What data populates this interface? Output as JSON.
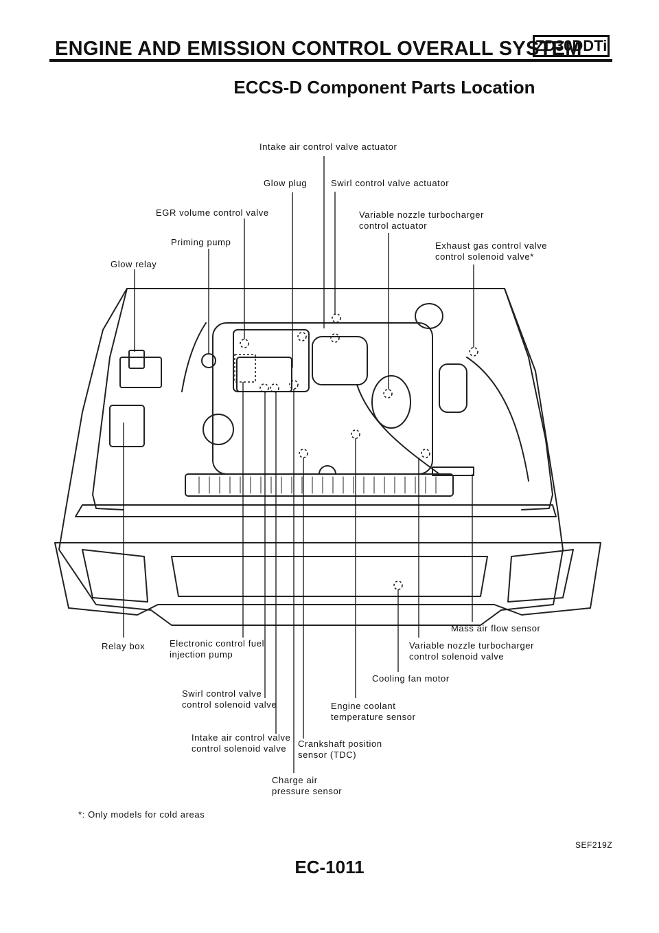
{
  "header": {
    "title": "ENGINE AND EMISSION CONTROL OVERALL SYSTEM",
    "model": "ZD30DDTi"
  },
  "section_title": "ECCS-D Component Parts Location",
  "labels": {
    "intake_air_control_valve_actuator": "Intake air control valve actuator",
    "glow_plug": "Glow plug",
    "swirl_control_valve_actuator": "Swirl control valve actuator",
    "egr_volume_control_valve": "EGR volume control valve",
    "variable_nozzle_turbocharger_control_actuator": [
      "Variable nozzle turbocharger",
      "control actuator"
    ],
    "priming_pump": "Priming pump",
    "exhaust_gas_control_valve_solenoid": [
      "Exhaust gas control valve",
      "control solenoid valve*"
    ],
    "glow_relay": "Glow relay",
    "mass_air_flow_sensor": "Mass air flow sensor",
    "relay_box": "Relay box",
    "electronic_control_fuel_injection_pump": [
      "Electronic control fuel",
      "injection pump"
    ],
    "variable_nozzle_turbocharger_solenoid": [
      "Variable nozzle turbocharger",
      "control solenoid valve"
    ],
    "cooling_fan_motor": "Cooling fan motor",
    "swirl_control_valve_solenoid": [
      "Swirl control valve",
      "control solenoid valve"
    ],
    "engine_coolant_temperature_sensor": [
      "Engine coolant",
      "temperature sensor"
    ],
    "intake_air_control_valve_solenoid": [
      "Intake air control valve",
      "control solenoid valve"
    ],
    "crankshaft_position_sensor": [
      "Crankshaft position",
      "sensor (TDC)"
    ],
    "charge_air_pressure_sensor": [
      "Charge air",
      "pressure sensor"
    ]
  },
  "footnote": "*: Only models for cold areas",
  "figure_id": "SEF219Z",
  "page_number": "EC-1011"
}
